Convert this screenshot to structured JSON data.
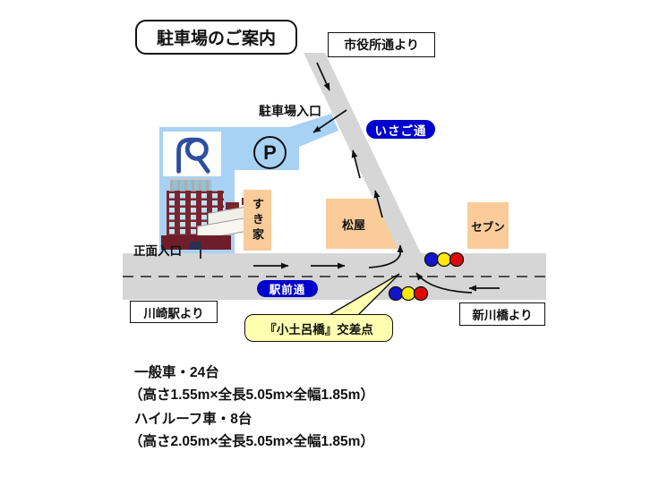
{
  "title": "駐車場のご案内",
  "map": {
    "street_signs": {
      "isago": "いさご通",
      "ekimae": "駅前通"
    },
    "direction_boxes": {
      "from_cityhall": "市役所通より",
      "from_kawasaki_station": "川崎駅より",
      "from_shinkawabashi": "新川橋より"
    },
    "labels": {
      "parking_entrance": "駐車場入口",
      "main_entrance": "正面入口",
      "p_symbol": "P"
    },
    "landmarks": {
      "sukiya": "すき家",
      "matsuya": "松屋",
      "seven": "セブン"
    },
    "callout": {
      "intersection": "『小土呂橋』交差点"
    },
    "icons": {
      "hotel_logo": "stylized-R-hotel-logo",
      "parking": "P-in-circle",
      "traffic_light": "blue-yellow-red-signal"
    },
    "colors": {
      "road_gray": "#D6D6D6",
      "parking_area_blue": "#A8D2F4",
      "shop_peach": "#F9CC9A",
      "street_sign_blue": "#0000CC",
      "callout_yellow": "#FFFFB2",
      "signal_blue": "#1414CC",
      "signal_yellow": "#FFE90A",
      "signal_red": "#E00A0A",
      "logo_blue": "#2D4F9E"
    }
  },
  "capacity": {
    "lines": [
      "一般車・24台",
      "（高さ1.55m×全長5.05m×全幅1.85m）",
      "ハイルーフ車・8台",
      "（高さ2.05m×全長5.05m×全幅1.85m）"
    ]
  }
}
